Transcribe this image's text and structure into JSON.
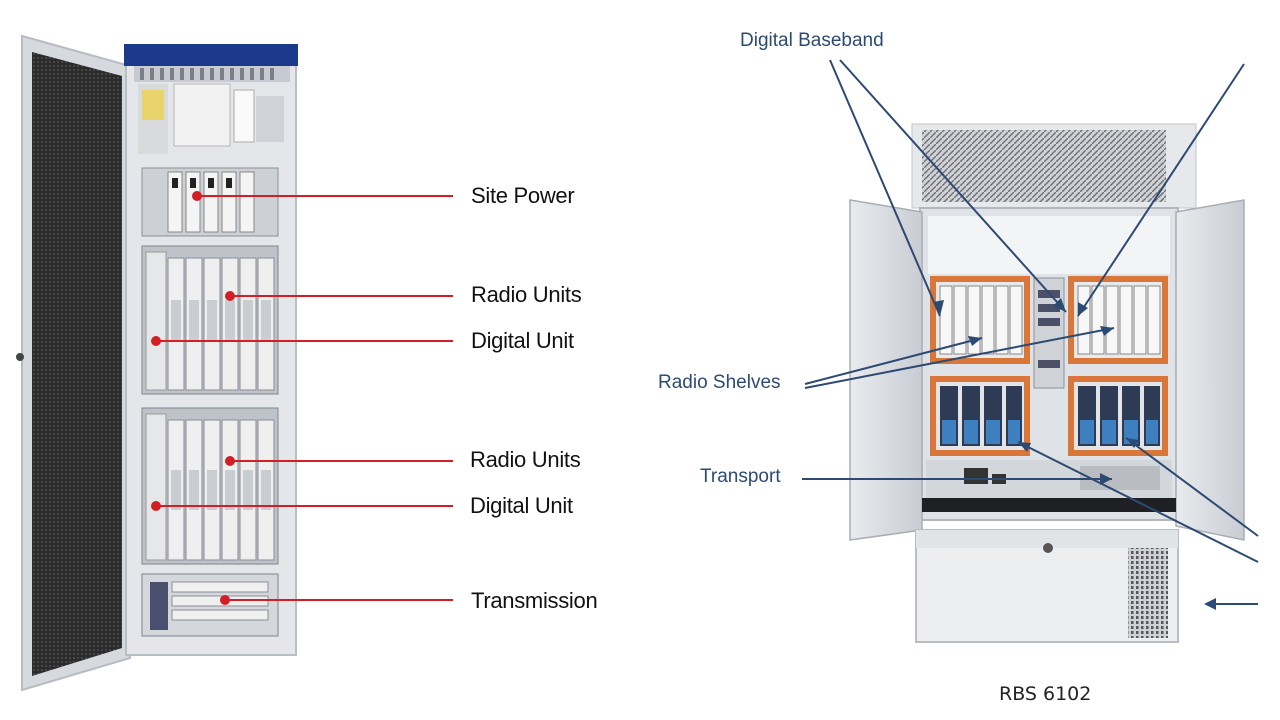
{
  "left_labels": {
    "site_power": "Site Power",
    "radio_units_1": "Radio Units",
    "digital_unit_1": "Digital Unit",
    "radio_units_2": "Radio Units",
    "digital_unit_2": "Digital Unit",
    "transmission": "Transmission"
  },
  "right_labels": {
    "digital_baseband": "Digital Baseband",
    "radio_shelves": "Radio Shelves",
    "transport": "Transport",
    "model": "RBS 6102"
  },
  "colors": {
    "leader_red": "#d21f26",
    "leader_blue": "#2d4a73",
    "cabinet_frame": "#c8ccd3",
    "shelf_orange": "#d9773a",
    "brand_blue": "#1d3a8a"
  }
}
